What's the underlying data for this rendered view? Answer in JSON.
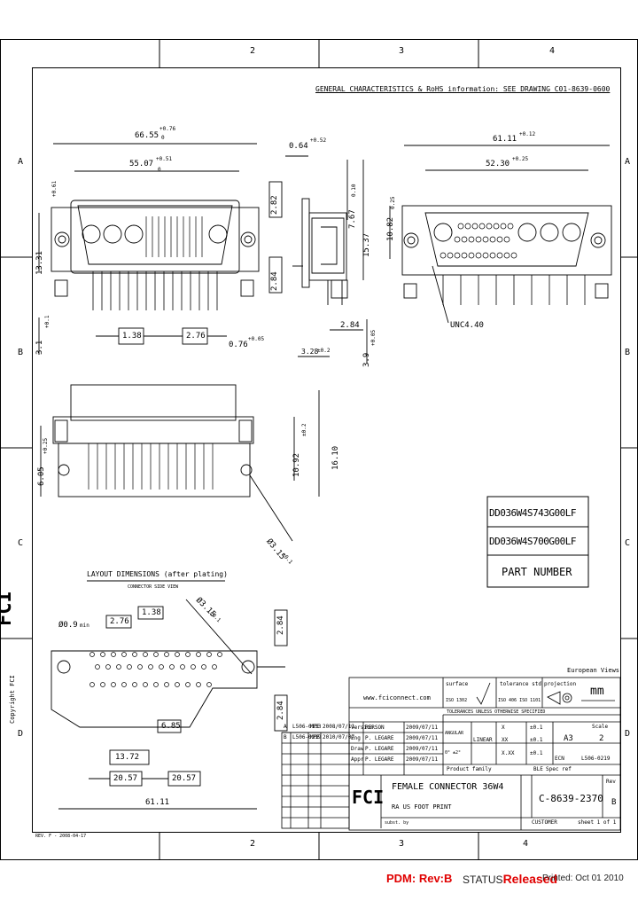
{
  "border": {
    "columns_top": [
      "2",
      "3",
      "4"
    ],
    "columns_bottom": [
      "2",
      "3",
      "4"
    ],
    "rows_left": [
      "A",
      "B",
      "C",
      "D"
    ],
    "rows_right": [
      "A",
      "B",
      "C",
      "D"
    ]
  },
  "note": "GENERAL CHARACTERISTICS & RoHS information: SEE DRAWING C01-8639-0600",
  "front_view": {
    "dims": [
      "66.55",
      "55.07",
      "13.31",
      "3.1",
      "1.38",
      "2.76",
      "0.76"
    ],
    "tol_top": "+0.76",
    "tol_bottom": "0",
    "tol_2": "+0.51",
    "tol_3": "+0.61",
    "tol_4": "+0.1",
    "tol_5": "+0.05"
  },
  "side_view": {
    "dims": [
      "0.64",
      "2.82",
      "2.84",
      "7.67",
      "15.37",
      "2.84",
      "3.28",
      "3.9"
    ],
    "tol_1": "+0.52",
    "tol_2": "0.10",
    "tol_3": "±0.2",
    "tol_4": "+0.05"
  },
  "rear_view": {
    "dims": [
      "61.11",
      "52.30",
      "10.82",
      "UNC4.40"
    ],
    "tol_1": "+0.12",
    "tol_2": "+0.25",
    "tol_3": "0.25"
  },
  "bottom_view": {
    "dims": [
      "6.05",
      "10.92",
      "16.10",
      "Ø3.15"
    ],
    "tol_1": "+0.25",
    "tol_2": "±0.2",
    "tol_3": "±0.1"
  },
  "part_numbers": {
    "rows": [
      "DD036W4S743G00LF",
      "DD036W4S700G00LF"
    ],
    "header": "PART NUMBER"
  },
  "layout": {
    "title": "LAYOUT DIMENSIONS (after plating)",
    "subtitle": "CONNECTOR SIDE VIEW",
    "dims": [
      "Ø0.9",
      "2.76",
      "1.38",
      "Ø3.15",
      "2.84",
      "6.85",
      "13.72",
      "20.57",
      "20.57",
      "61.11",
      "2.84"
    ],
    "tol_min": "min",
    "tol_1": "±0.1"
  },
  "title_block": {
    "views": "European Views",
    "website": "www.fciconnect.com",
    "surface_label": "surface",
    "surface_std": "ISO 1302",
    "tolerance_label": "tolerance std",
    "tolerance_std": "ISO 406  ISO 1101",
    "projection": "projection",
    "unit": "mm",
    "tol_note": "TOLERANCES UNLESS OTHERWISE SPECIFIED",
    "revisions": [
      {
        "rev": "A",
        "id": "L506-0133",
        "by": "MPE",
        "date": "2008/07/11"
      },
      {
        "rev": "B",
        "id": "L506-0219",
        "by": "MPE",
        "date": "2010/07/07"
      }
    ],
    "signoffs": [
      {
        "role": "Version",
        "name": "PERSON",
        "date": "2009/07/11"
      },
      {
        "role": "Eng",
        "name": "P. LEGARE",
        "date": "2009/07/11"
      },
      {
        "role": "Draw",
        "name": "P. LEGARE",
        "date": "2009/07/11"
      },
      {
        "role": "Appr",
        "name": "P. LEGARE",
        "date": "2009/07/11"
      }
    ],
    "angular": "ANGULAR",
    "linear": "LINEAR",
    "lin_vals": [
      [
        "X",
        "±0.1"
      ],
      [
        "XX",
        "±0.1"
      ],
      [
        "X.XX",
        "±0.1"
      ]
    ],
    "ang_val": "0°  ±2°",
    "format": "A3",
    "scale_label": "Scale",
    "scale": "2",
    "ecn_label": "ECN",
    "ecn": "L506-0219",
    "product_family": "Product family",
    "product_family_val": "BLE",
    "spec_ref": "Spec ref",
    "title_1": "FEMALE CONNECTOR 36W4",
    "title_2": "RA US FOOT PRINT",
    "drawing_no": "C-8639-2370",
    "rev_label": "Rev",
    "rev": "B",
    "customer": "CUSTOMER",
    "sheet": "sheet 1 of 1",
    "sub_code": "subst. by"
  },
  "copyright": "Copyright FCI",
  "footer_left": "REV. F - 2008-04-17",
  "pdm": "PDM: Rev:B",
  "status_label": "STATUS",
  "status_value": "Released",
  "printed": "Printed: Oct 01 2010"
}
